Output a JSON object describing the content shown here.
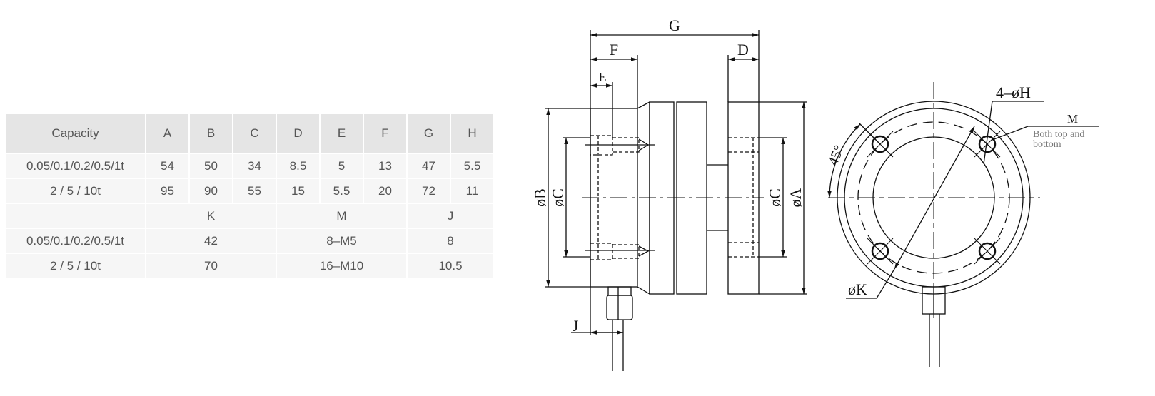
{
  "table": {
    "headers": [
      "Capacity",
      "A",
      "B",
      "C",
      "D",
      "E",
      "F",
      "G",
      "H"
    ],
    "rows": [
      [
        "0.05/0.1/0.2/0.5/1t",
        "54",
        "50",
        "34",
        "8.5",
        "5",
        "13",
        "47",
        "5.5"
      ],
      [
        "2 / 5 / 10t",
        "95",
        "90",
        "55",
        "15",
        "5.5",
        "20",
        "72",
        "11"
      ]
    ],
    "headers2": [
      "",
      "K",
      "M",
      "J"
    ],
    "rows2": [
      [
        "0.05/0.1/0.2/0.5/1t",
        "42",
        "8–M5",
        "8"
      ],
      [
        "2 / 5 / 10t",
        "70",
        "16–M10",
        "10.5"
      ]
    ]
  },
  "drawing": {
    "labels": {
      "G": "G",
      "F": "F",
      "D": "D",
      "E": "E",
      "J": "J",
      "phiB": "øB",
      "phiC_left": "øC",
      "phiC_right": "øC",
      "phiA": "øA",
      "holes": "4–øH",
      "M": "M",
      "note_line1": "Both top and",
      "note_line2": "bottom",
      "angle": "45°",
      "phiK": "øK"
    }
  }
}
